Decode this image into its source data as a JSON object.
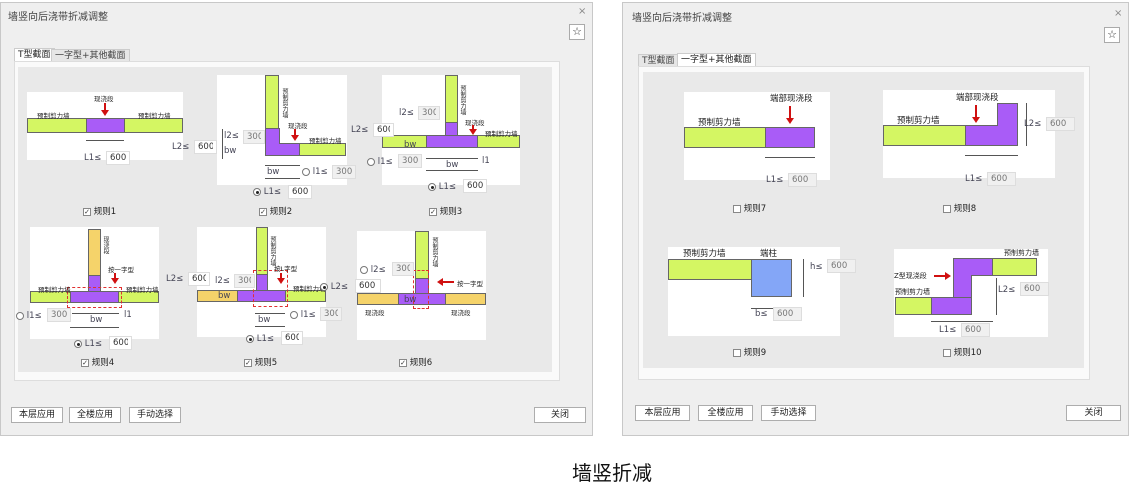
{
  "caption": "墙竖折减",
  "left": {
    "title": "墙竖向后浇带折减调整",
    "close": "×",
    "star": "☆",
    "tabs": [
      "T型截面",
      "一字型+其他截面"
    ],
    "labels": {
      "cast": "现浇段",
      "precast": "预制剪力墙",
      "bw": "bw",
      "l1": "l1",
      "by_line": "按一字型",
      "by_l": "按L字型"
    },
    "r1": {
      "L1": "L1≤",
      "L1v": "600",
      "label": "规则1",
      "checked": true
    },
    "r2": {
      "L2": "L2≤",
      "L2v": "600",
      "l2": "l2≤",
      "l2v": "300",
      "L1": "L1≤",
      "L1v": "600",
      "l1": "l1≤",
      "l1v": "300",
      "label": "规则2",
      "checked": true
    },
    "r3": {
      "L2": "L2≤",
      "L2v": "600",
      "l2": "l2≤",
      "l2v": "300",
      "L1": "L1≤",
      "L1v": "600",
      "l1": "l1≤",
      "l1v": "300",
      "label": "规则3",
      "checked": true
    },
    "r4": {
      "L1": "L1≤",
      "L1v": "600",
      "l1": "l1≤",
      "l1v": "300",
      "label": "规则4",
      "checked": true
    },
    "r5": {
      "L2": "L2≤",
      "L2v": "600",
      "l2": "l2≤",
      "l2v": "300",
      "L1": "L1≤",
      "L1v": "600",
      "l1": "l1≤",
      "l1v": "300",
      "label": "规则5",
      "checked": true
    },
    "r6": {
      "L2": "L2≤",
      "L2v": "600",
      "l2": "l2≤",
      "l2v": "300",
      "label": "规则6",
      "checked": true
    },
    "buttons": {
      "floor": "本层应用",
      "all": "全楼应用",
      "manual": "手动选择",
      "close": "关闭"
    }
  },
  "right": {
    "title": "墙竖向后浇带折减调整",
    "close": "×",
    "star": "☆",
    "tabs": [
      "T型截面",
      "一字型+其他截面"
    ],
    "labels": {
      "end_cast": "端部现浇段",
      "precast": "预制剪力墙",
      "column": "端柱",
      "z_cast": "Z型现浇段"
    },
    "r7": {
      "L1": "L1≤",
      "L1v": "600",
      "label": "规则7",
      "checked": false
    },
    "r8": {
      "L1": "L1≤",
      "L1v": "600",
      "L2": "L2≤",
      "L2v": "600",
      "label": "规则8",
      "checked": false
    },
    "r9": {
      "h": "h≤",
      "hv": "600",
      "b": "b≤",
      "bv": "600",
      "label": "规则9",
      "checked": false
    },
    "r10": {
      "L1": "L1≤",
      "L1v": "600",
      "L2": "L2≤",
      "L2v": "600",
      "label": "规则10",
      "checked": false
    },
    "buttons": {
      "floor": "本层应用",
      "all": "全楼应用",
      "manual": "手动选择",
      "close": "关闭"
    }
  }
}
